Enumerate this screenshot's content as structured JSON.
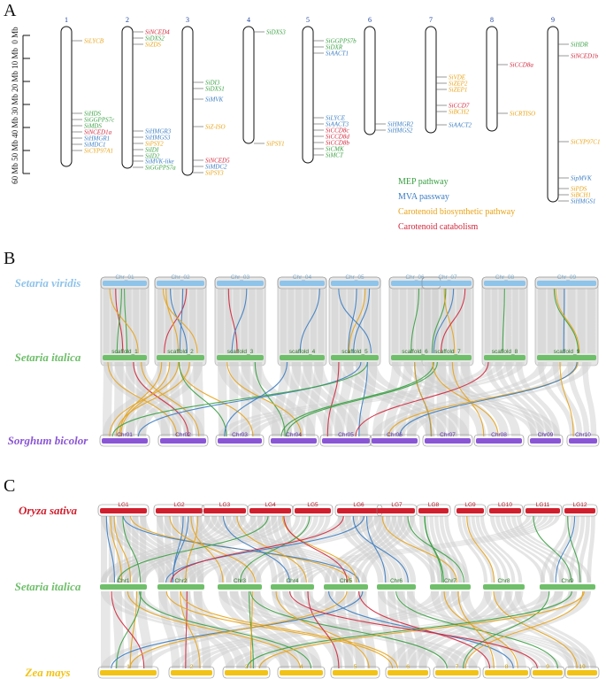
{
  "panels": {
    "a": "A",
    "b": "B",
    "c": "C"
  },
  "colors": {
    "mep": "#3aa043",
    "mva": "#3b7dc2",
    "carotenoid": "#e8a317",
    "catabolism": "#d0263b",
    "setaria_viridis": "#8ec3ea",
    "setaria_italica": "#6fbf6a",
    "sorghum": "#8a56d6",
    "oryza": "#d11f2d",
    "zea": "#f2c316",
    "link_gray": "#cfcfcf"
  },
  "panel_a": {
    "scale_ticks": [
      "0 Mb",
      "10 Mb",
      "20 Mb",
      "30 Mb",
      "40 Mb",
      "50 Mb",
      "60 Mb"
    ],
    "chromosomes": [
      {
        "num": "1",
        "genes": [
          {
            "name": "SiLYCB",
            "type": "carotenoid"
          },
          {
            "name": "SiHDS",
            "type": "mep"
          },
          {
            "name": "SiGGPPS7c",
            "type": "mep"
          },
          {
            "name": "SiMDS",
            "type": "mep"
          },
          {
            "name": "SiNCED1a",
            "type": "catabolism"
          },
          {
            "name": "SiHMGR1",
            "type": "mva"
          },
          {
            "name": "SiMDC1",
            "type": "mva"
          },
          {
            "name": "SiCYP97A1",
            "type": "carotenoid"
          }
        ]
      },
      {
        "num": "2",
        "genes": [
          {
            "name": "SiNCED4",
            "type": "catabolism"
          },
          {
            "name": "SiDXS2",
            "type": "mep"
          },
          {
            "name": "SiZDS",
            "type": "carotenoid"
          },
          {
            "name": "SiHMGR3",
            "type": "mva"
          },
          {
            "name": "SiHMGS3",
            "type": "mva"
          },
          {
            "name": "SiPSY2",
            "type": "carotenoid"
          },
          {
            "name": "SiIDI",
            "type": "mep"
          },
          {
            "name": "SiID2",
            "type": "mep"
          },
          {
            "name": "SiMVK-like",
            "type": "mva"
          },
          {
            "name": "SiGGPPS7a",
            "type": "mep"
          }
        ]
      },
      {
        "num": "3",
        "genes": [
          {
            "name": "SiDI3",
            "type": "mep"
          },
          {
            "name": "SiDXS1",
            "type": "mep"
          },
          {
            "name": "SiMVK",
            "type": "mva"
          },
          {
            "name": "SiZ-ISO",
            "type": "carotenoid"
          },
          {
            "name": "SiNCED5",
            "type": "catabolism"
          },
          {
            "name": "SiMDC2",
            "type": "mva"
          },
          {
            "name": "SiPSY3",
            "type": "carotenoid"
          }
        ]
      },
      {
        "num": "4",
        "genes": [
          {
            "name": "SiDXS3",
            "type": "mep"
          },
          {
            "name": "SiPSY1",
            "type": "carotenoid"
          }
        ]
      },
      {
        "num": "5",
        "genes": [
          {
            "name": "SiGGPPS7b",
            "type": "mep"
          },
          {
            "name": "SiDXR",
            "type": "mep"
          },
          {
            "name": "SiAACT1",
            "type": "mva"
          },
          {
            "name": "SiLYCE",
            "type": "mva"
          },
          {
            "name": "SiAACT3",
            "type": "mva"
          },
          {
            "name": "SiCCD8c",
            "type": "catabolism"
          },
          {
            "name": "SiCCD8d",
            "type": "catabolism"
          },
          {
            "name": "SiCCD8b",
            "type": "catabolism"
          },
          {
            "name": "SiCMK",
            "type": "mep"
          },
          {
            "name": "SiMCT",
            "type": "mep"
          }
        ]
      },
      {
        "num": "6",
        "genes": [
          {
            "name": "SiHMGR2",
            "type": "mva"
          },
          {
            "name": "SiHMGS2",
            "type": "mva"
          }
        ]
      },
      {
        "num": "7",
        "genes": [
          {
            "name": "SiVDE",
            "type": "carotenoid"
          },
          {
            "name": "SiZEP2",
            "type": "carotenoid"
          },
          {
            "name": "SiZEP1",
            "type": "carotenoid"
          },
          {
            "name": "SiCCD7",
            "type": "catabolism"
          },
          {
            "name": "SiBCH2",
            "type": "carotenoid"
          },
          {
            "name": "SiAACT2",
            "type": "mva"
          }
        ]
      },
      {
        "num": "8",
        "genes": [
          {
            "name": "SiCCD8a",
            "type": "catabolism"
          },
          {
            "name": "SiCRTISO",
            "type": "carotenoid"
          }
        ]
      },
      {
        "num": "9",
        "genes": [
          {
            "name": "SiHDR",
            "type": "mep"
          },
          {
            "name": "SiNCED1b",
            "type": "catabolism"
          },
          {
            "name": "SiCYP97C1",
            "type": "carotenoid"
          },
          {
            "name": "SipMVK",
            "type": "mva"
          },
          {
            "name": "SiPDS",
            "type": "carotenoid"
          },
          {
            "name": "SiBCH1",
            "type": "carotenoid"
          },
          {
            "name": "SiHMGS1",
            "type": "mva"
          }
        ]
      }
    ],
    "legend": [
      {
        "label": "MEP pathway",
        "type": "mep"
      },
      {
        "label": "MVA passway",
        "type": "mva"
      },
      {
        "label": "Carotenoid biosynthetic pathway",
        "type": "carotenoid"
      },
      {
        "label": "Carotenoid catabolism",
        "type": "catabolism"
      }
    ]
  },
  "panel_b": {
    "species_top": "Setaria viridis",
    "species_mid": "Setaria italica",
    "species_bot": "Sorghum bicolor",
    "top_chrs": [
      "Chr_01",
      "Chr_02",
      "Chr_03",
      "Chr_04",
      "Chr_05",
      "Chr_06",
      "Chr_07",
      "Chr_08",
      "Chr_09"
    ],
    "mid_chrs": [
      "scaffold_1",
      "scaffold_2",
      "scaffold_3",
      "scaffold_4",
      "scaffold_5",
      "scaffold_6",
      "scaffold_7",
      "scaffold_8",
      "scaffold_9"
    ],
    "bot_chrs": [
      "Chr01",
      "Chr02",
      "Chr03",
      "Chr04",
      "Chr05",
      "Chr06",
      "Chr07",
      "Chr08",
      "Chr09",
      "Chr10"
    ]
  },
  "panel_c": {
    "species_top": "Oryza sativa",
    "species_mid": "Setaria italica",
    "species_bot": "Zea mays",
    "top_chrs": [
      "LG1",
      "LG2",
      "LG3",
      "LG4",
      "LG5",
      "LG6",
      "LG7",
      "LG8",
      "LG9",
      "LG10",
      "LG11",
      "LG12"
    ],
    "mid_chrs": [
      "Chr1",
      "Chr2",
      "Chr3",
      "Chr4",
      "Chr5",
      "Chr6",
      "Chr7",
      "Chr8",
      "Chr9"
    ],
    "bot_chrs": [
      "1",
      "2",
      "3",
      "4",
      "5",
      "6",
      "7",
      "8",
      "9",
      "10"
    ]
  }
}
